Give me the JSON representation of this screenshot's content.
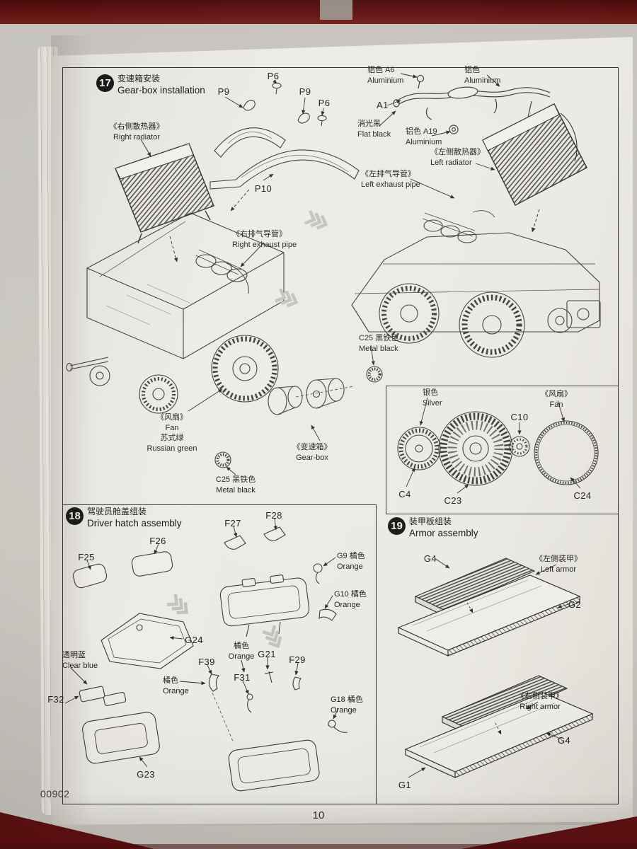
{
  "colors": {
    "table_surface": "#5c1010",
    "paper": "#eae8e2",
    "ink": "#2f2f2f"
  },
  "footer": {
    "kit_number": "00902",
    "page_number": "10"
  },
  "s17": {
    "num": "17",
    "title_cn": "变速箱安装",
    "title_en": "Gear-box installation",
    "right_radiator": [
      "《右侧散热器》",
      "Right radiator"
    ],
    "p9a": "P9",
    "p6a": "P6",
    "p9b": "P9",
    "p6b": "P6",
    "p10": "P10",
    "a6": [
      "铝色  A6",
      "Aluminium"
    ],
    "alu": [
      "铝色",
      "Aluminium"
    ],
    "a1": "A1",
    "flat_black": [
      "消光黑",
      "Flat black"
    ],
    "a19": [
      "铝色 A19",
      "Aluminium"
    ],
    "left_radiator": [
      "《左侧散热器》",
      "Left radiator"
    ],
    "left_exhaust": [
      "《左排气导管》",
      "Left exhaust pipe"
    ],
    "right_exhaust": [
      "《右排气导管》",
      "Right exhaust pipe"
    ],
    "c25a": [
      "C25 黑铁色",
      "Metal black"
    ],
    "fan": [
      "《风扇》",
      "Fan",
      "苏式绿",
      "Russian green"
    ],
    "gearbox": [
      "《变速箱》",
      "Gear-box"
    ],
    "c25b": [
      "C25 黑铁色",
      "Metal black"
    ],
    "inset": {
      "silver": [
        "银色",
        "Silver"
      ],
      "fan": [
        "《风扇》",
        "Fan"
      ],
      "c10": "C10",
      "c4": "C4",
      "c23": "C23",
      "c24": "C24"
    }
  },
  "s18": {
    "num": "18",
    "title_cn": "驾驶员舱盖组装",
    "title_en": "Driver hatch assembly",
    "f25": "F25",
    "f26": "F26",
    "f27": "F27",
    "f28": "F28",
    "g9": [
      "G9 橘色",
      "Orange"
    ],
    "g10": [
      "G10 橘色",
      "Orange"
    ],
    "g24": "G24",
    "clear_blue": [
      "透明蓝",
      "Clear blue"
    ],
    "f32": "F32",
    "orange1": [
      "橘色",
      "Orange"
    ],
    "f39": "F39",
    "f31": "F31",
    "g21": "G21",
    "f29": "F29",
    "orange2": [
      "橘色",
      "Orange"
    ],
    "g18": [
      "G18 橘色",
      "Orange"
    ],
    "g23": "G23"
  },
  "s19": {
    "num": "19",
    "title_cn": "装甲板组装",
    "title_en": "Armor assembly",
    "g4a": "G4",
    "left_armor": [
      "《左侧装甲》",
      "Left armor"
    ],
    "g2": "G2",
    "right_armor": [
      "《右侧装甲》",
      "Right armor"
    ],
    "g4b": "G4",
    "g1": "G1"
  }
}
